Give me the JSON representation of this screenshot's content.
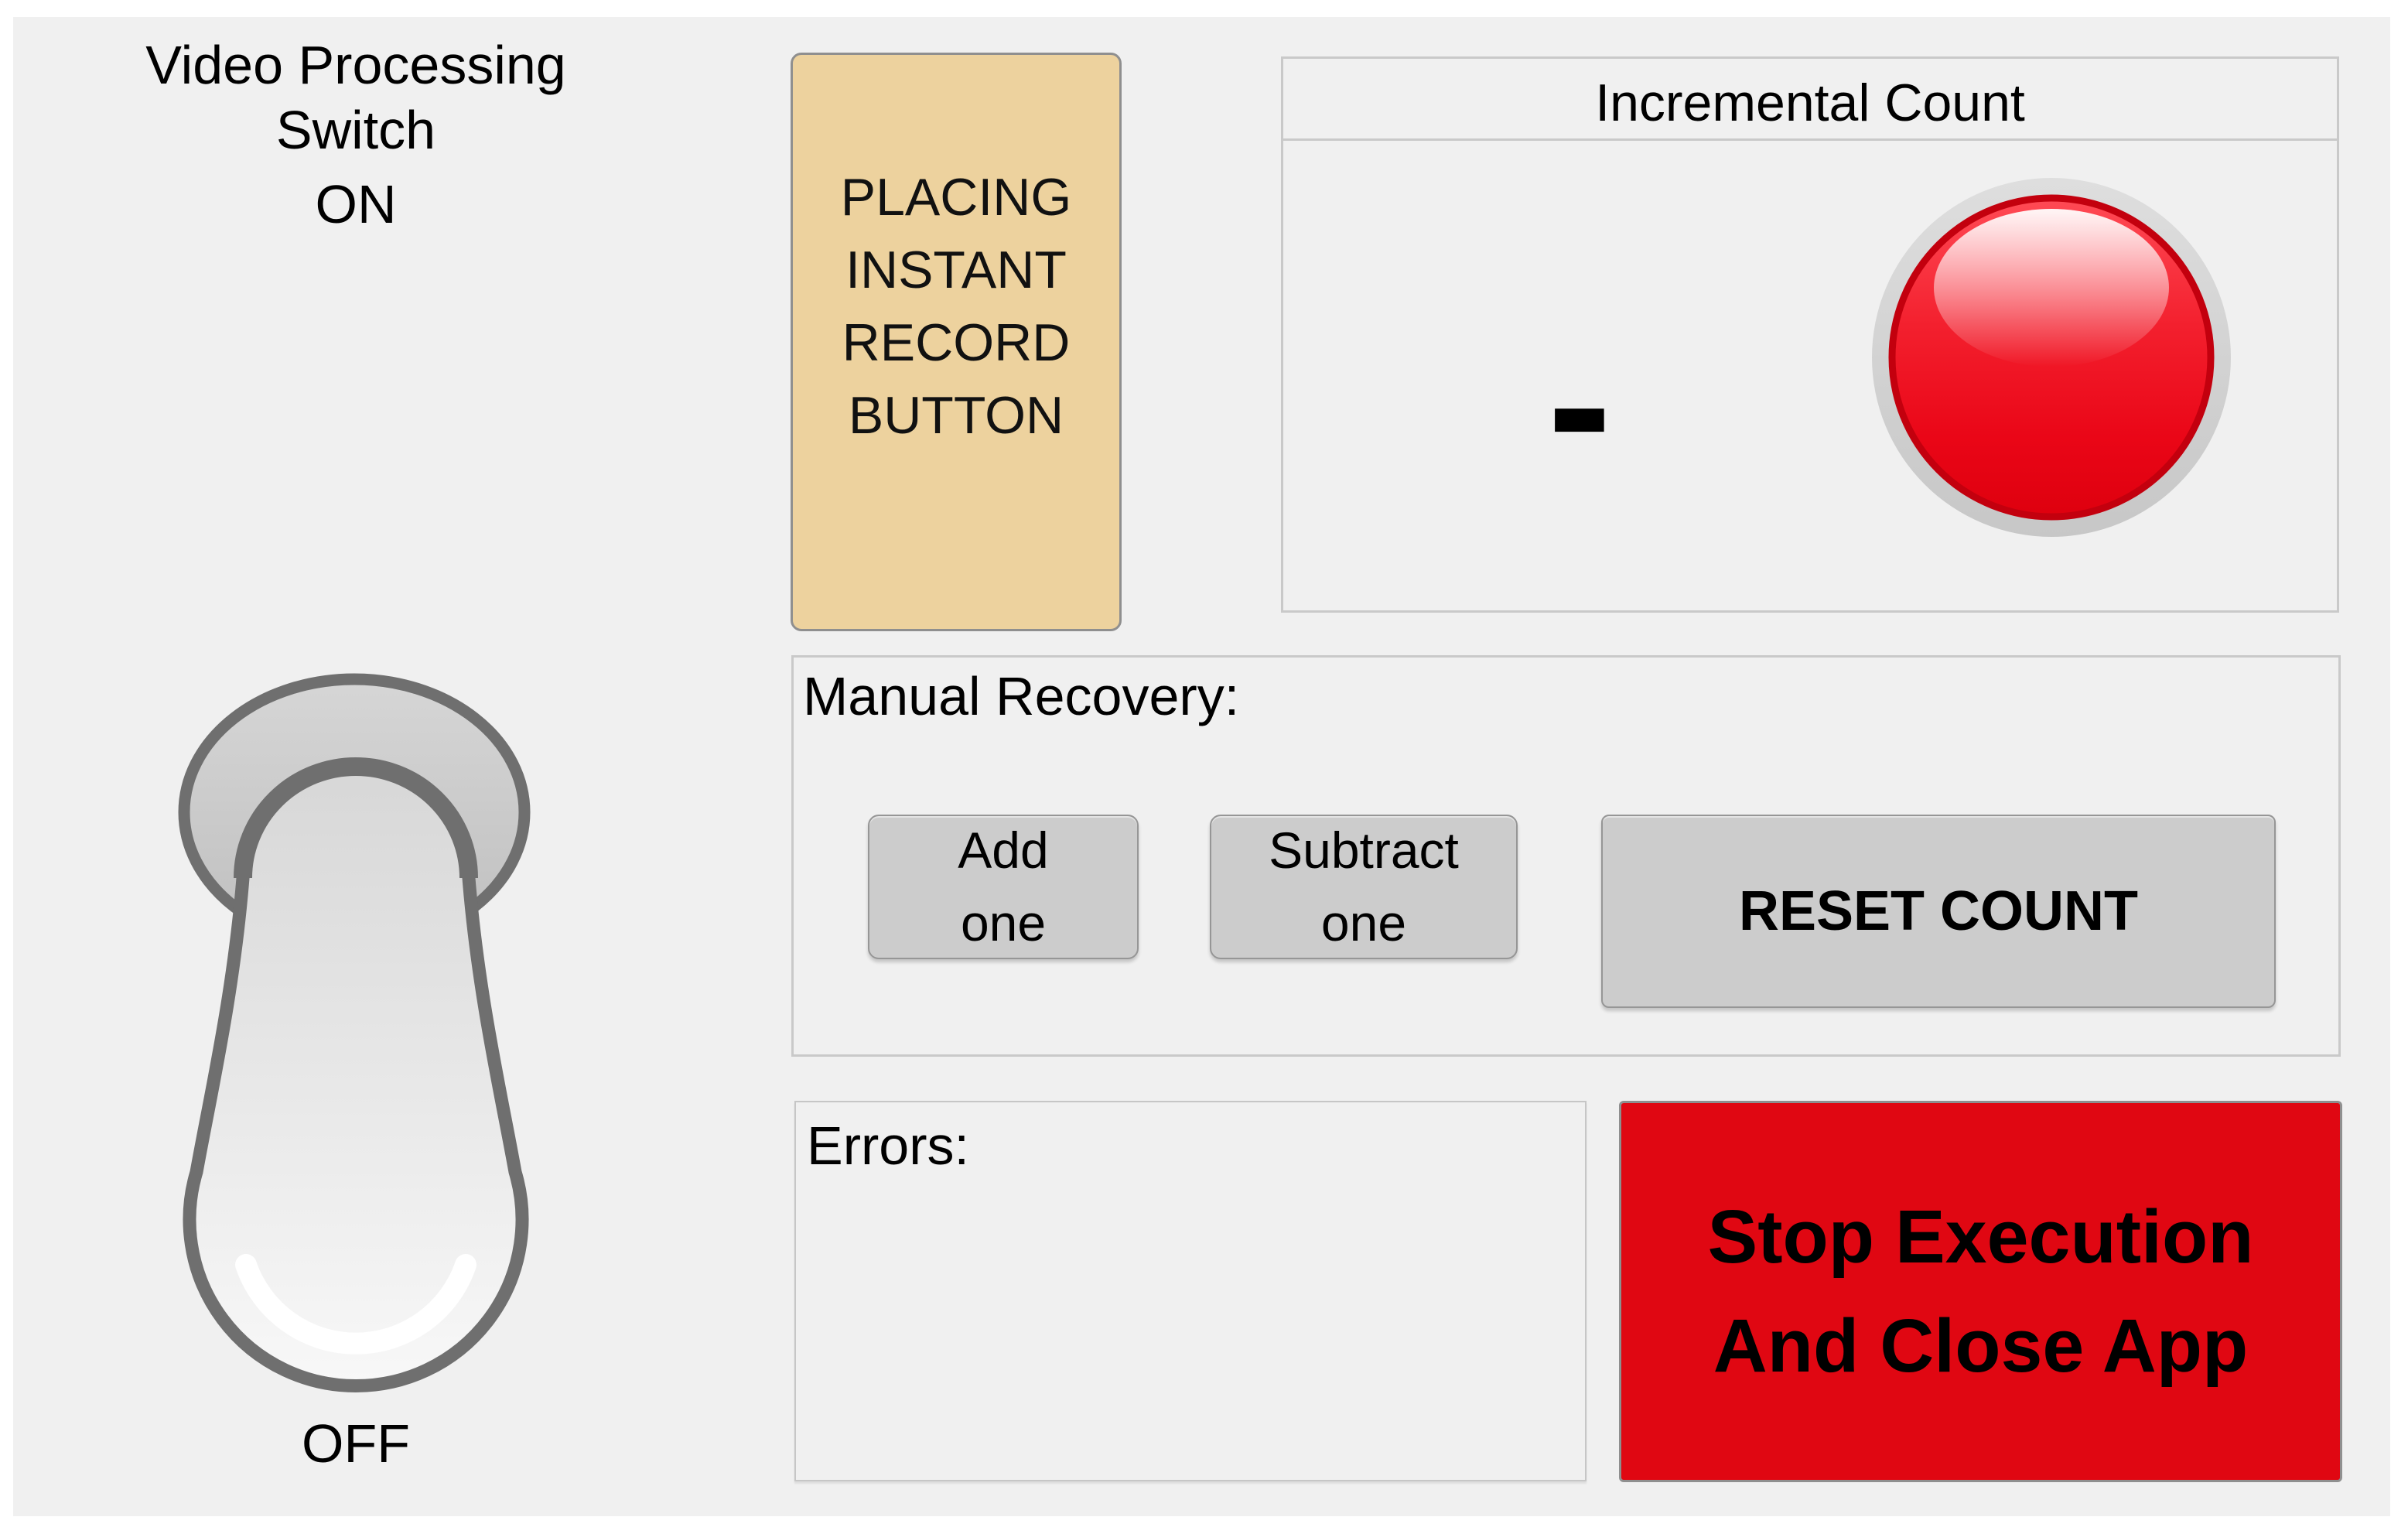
{
  "colors": {
    "page_background": "#ffffff",
    "panel_background": "#f0f0f0",
    "panel_border": "#c9c9c9",
    "record_button_tan": "#edd29e",
    "button_gray": "#cccccc",
    "stop_red": "#e00712",
    "led_red": "#f01423",
    "led_bezel_gray": "#d5d5d5",
    "text": "#000000"
  },
  "switch_section": {
    "title": "Video Processing\nSwitch",
    "on_label": "ON",
    "off_label": "OFF",
    "state": "OFF"
  },
  "record_button": {
    "label": "PLACING\nINSTANT\nRECORD\nBUTTON"
  },
  "incremental_count": {
    "title": "Incremental Count",
    "value": "-",
    "led_state": "on"
  },
  "manual_recovery": {
    "label": "Manual Recovery:",
    "add_button_label": "Add\none",
    "subtract_button_label": "Subtract\none",
    "reset_button_label": "RESET COUNT"
  },
  "errors": {
    "label": "Errors:",
    "content": ""
  },
  "stop_button": {
    "label": "Stop Execution\nAnd Close App"
  }
}
